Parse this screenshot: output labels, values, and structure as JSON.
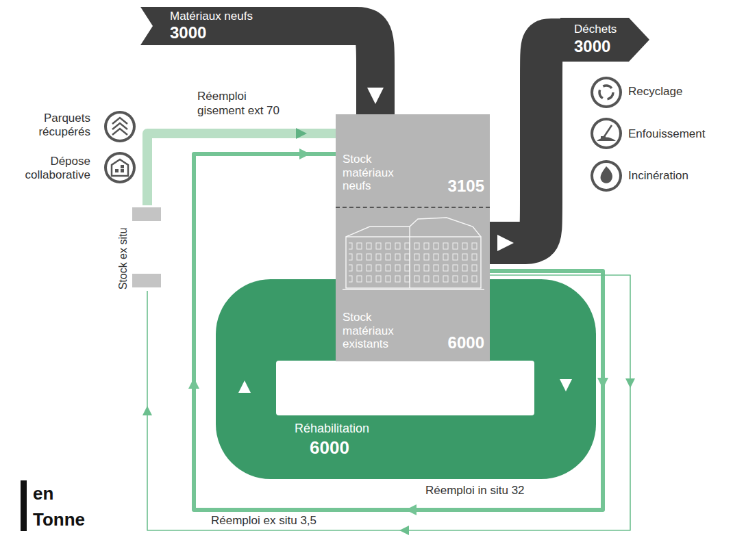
{
  "diagram": {
    "nodes": [
      {
        "text": [
          "Matériaux neufs",
          "3000"
        ]
      },
      {
        "text": [
          "Déchets",
          "3000"
        ]
      },
      {
        "text": [
          "Stock matériaux neufs",
          "3105"
        ]
      },
      {
        "text": [
          "Stock matériaux existants",
          "6000"
        ]
      },
      {
        "text": [
          "Réhabilitation",
          "6000"
        ]
      },
      {
        "text": [
          "Stock ex situ"
        ]
      }
    ],
    "edges": [
      {
        "from": 0,
        "to": 2,
        "arrow": "to"
      },
      {
        "from": 3,
        "to": 1,
        "arrow": "to"
      },
      {
        "from": 5,
        "to": 2,
        "arrow": "to",
        "label": "Réemploi gisement ext 70"
      },
      {
        "from": 3,
        "to": 2,
        "arrow": "to",
        "label": "Réemploi in situ 32"
      },
      {
        "from": 3,
        "to": 5,
        "arrow": "to",
        "label": "Réemploi ex situ 3,5"
      }
    ],
    "labels": [
      "Parquets récupérés",
      "Dépose collaborative",
      "Recyclage",
      "Enfouissement",
      "Incinération",
      "en Tonne"
    ]
  }
}
